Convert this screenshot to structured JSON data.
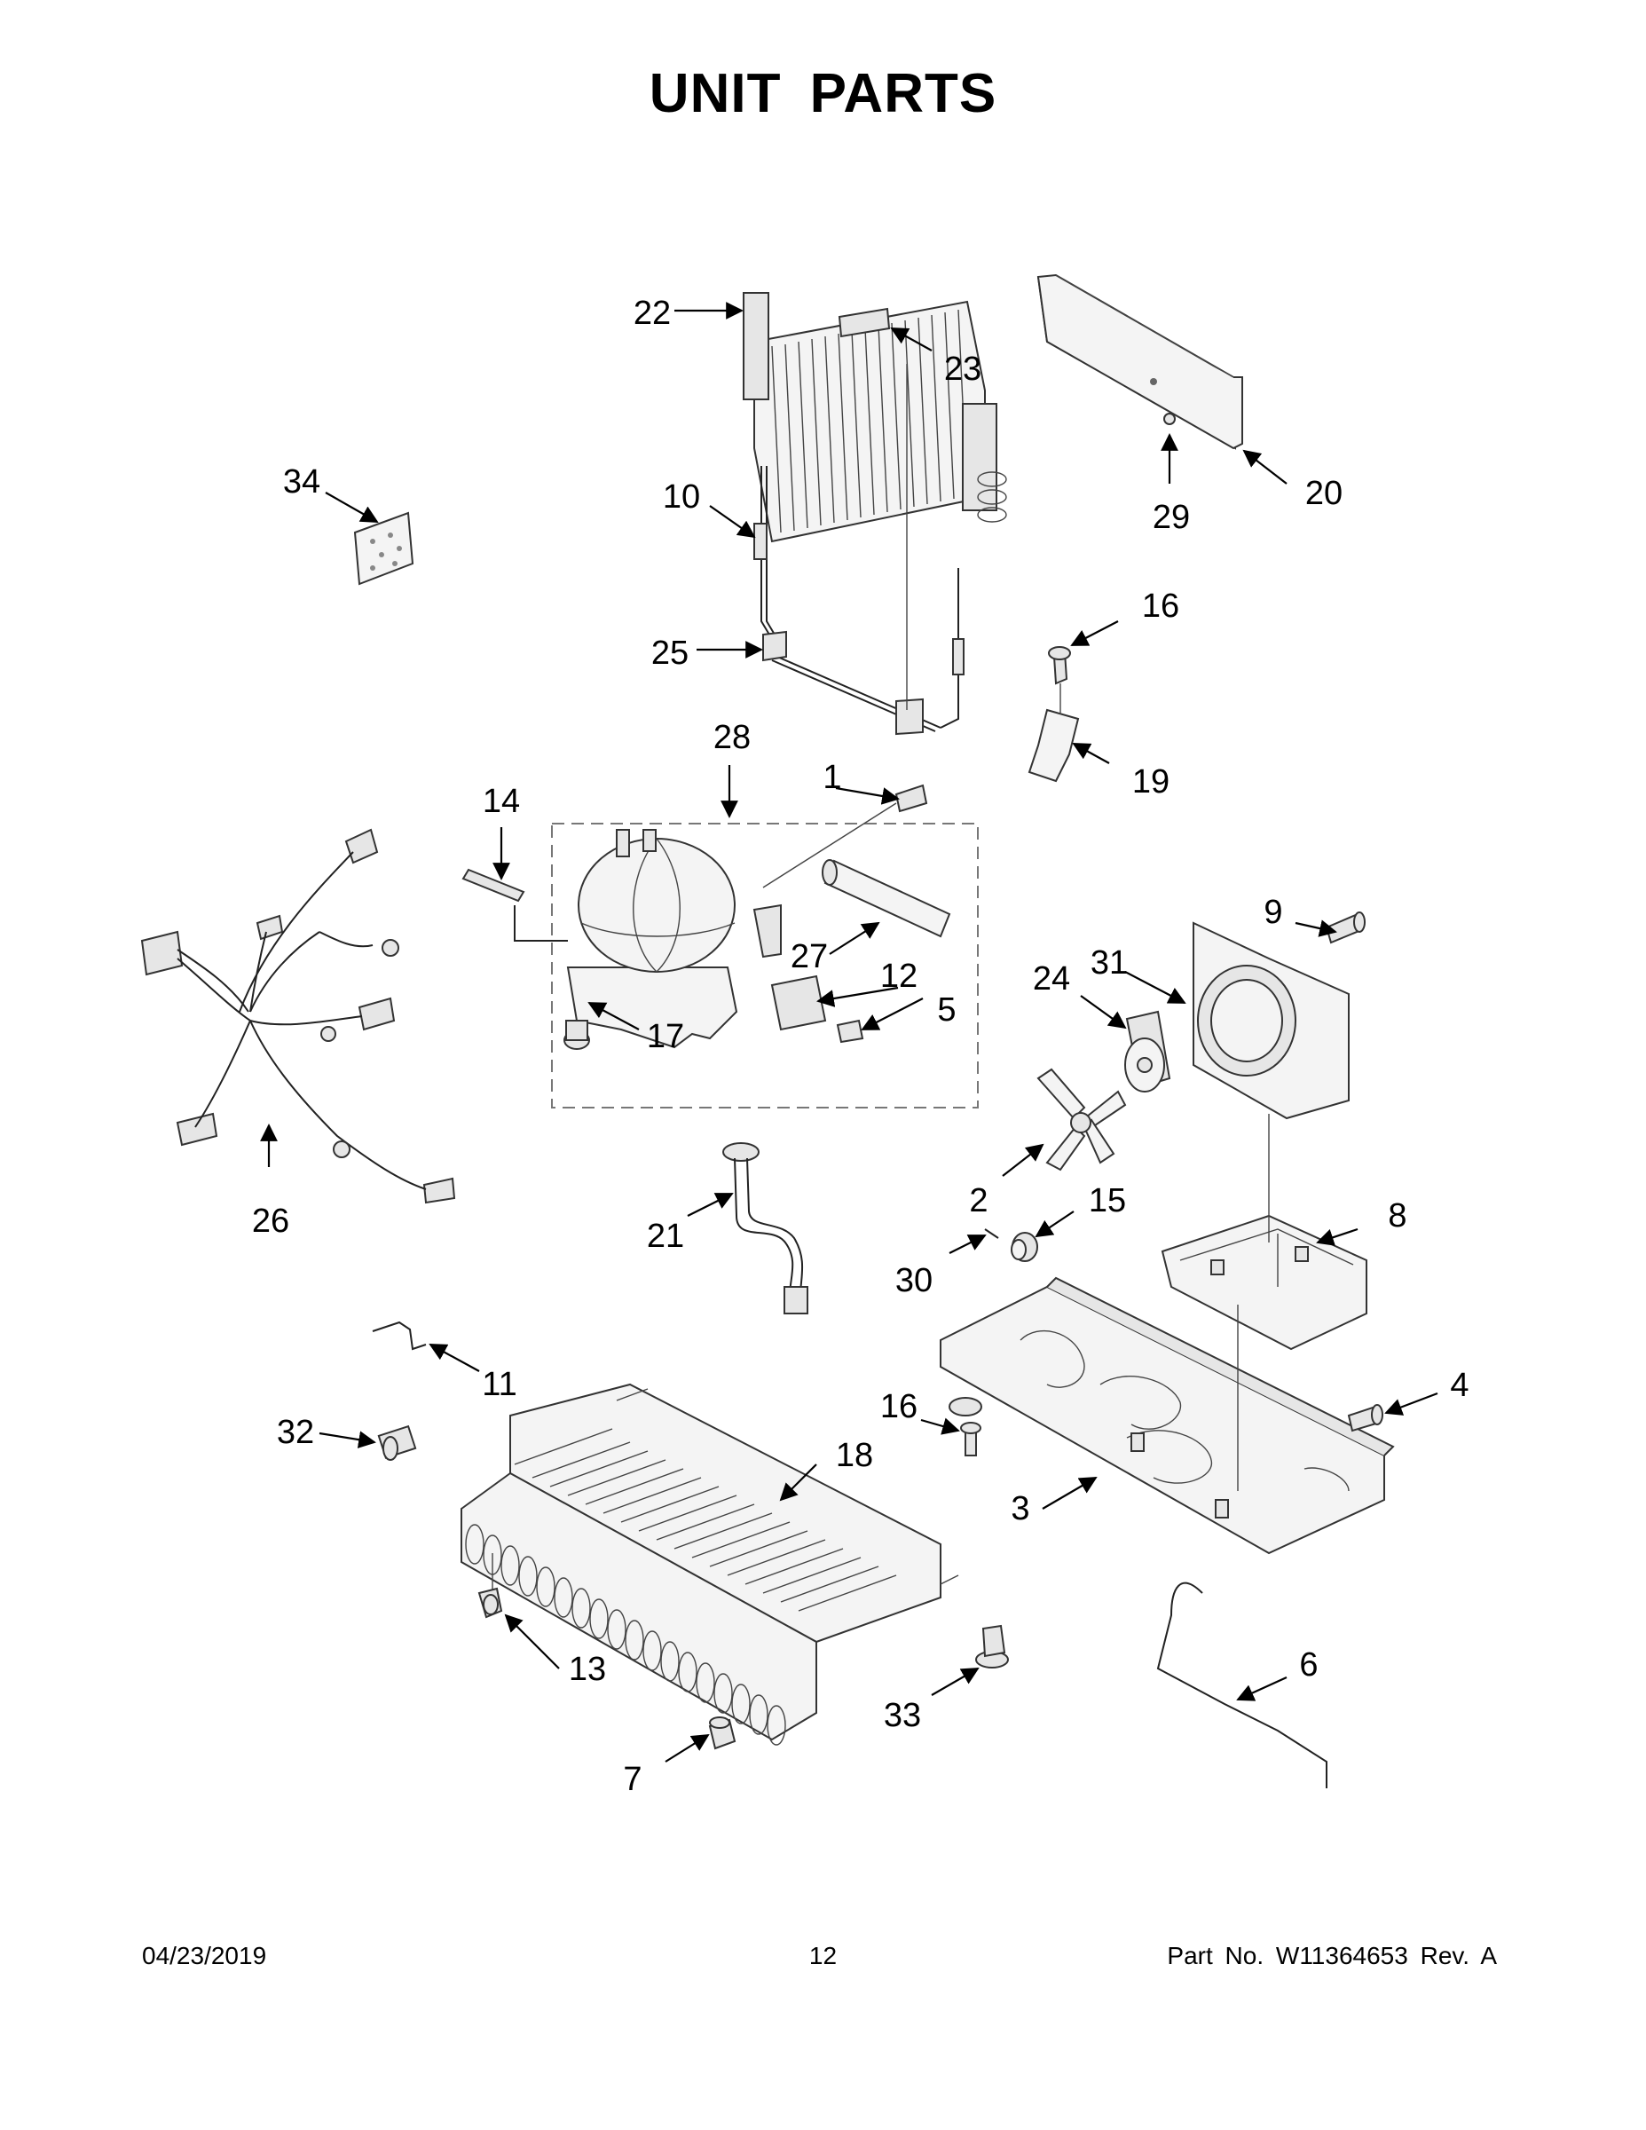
{
  "page": {
    "title": "UNIT PARTS",
    "date": "04/23/2019",
    "page_number": "12",
    "part_number": "Part No.  W11364653  Rev.  A"
  },
  "callouts": [
    {
      "id": "1",
      "label": "1"
    },
    {
      "id": "2",
      "label": "2"
    },
    {
      "id": "3",
      "label": "3"
    },
    {
      "id": "4",
      "label": "4"
    },
    {
      "id": "5",
      "label": "5"
    },
    {
      "id": "6",
      "label": "6"
    },
    {
      "id": "7",
      "label": "7"
    },
    {
      "id": "8",
      "label": "8"
    },
    {
      "id": "9",
      "label": "9"
    },
    {
      "id": "10",
      "label": "10"
    },
    {
      "id": "11",
      "label": "11"
    },
    {
      "id": "12",
      "label": "12"
    },
    {
      "id": "13",
      "label": "13"
    },
    {
      "id": "14",
      "label": "14"
    },
    {
      "id": "15",
      "label": "15"
    },
    {
      "id": "16a",
      "label": "16"
    },
    {
      "id": "16b",
      "label": "16"
    },
    {
      "id": "17",
      "label": "17"
    },
    {
      "id": "18",
      "label": "18"
    },
    {
      "id": "19",
      "label": "19"
    },
    {
      "id": "20",
      "label": "20"
    },
    {
      "id": "21",
      "label": "21"
    },
    {
      "id": "22",
      "label": "22"
    },
    {
      "id": "23",
      "label": "23"
    },
    {
      "id": "24",
      "label": "24"
    },
    {
      "id": "25",
      "label": "25"
    },
    {
      "id": "26",
      "label": "26"
    },
    {
      "id": "27",
      "label": "27"
    },
    {
      "id": "28",
      "label": "28"
    },
    {
      "id": "29",
      "label": "29"
    },
    {
      "id": "30",
      "label": "30"
    },
    {
      "id": "31",
      "label": "31"
    },
    {
      "id": "32",
      "label": "32"
    },
    {
      "id": "33",
      "label": "33"
    },
    {
      "id": "34",
      "label": "34"
    }
  ]
}
